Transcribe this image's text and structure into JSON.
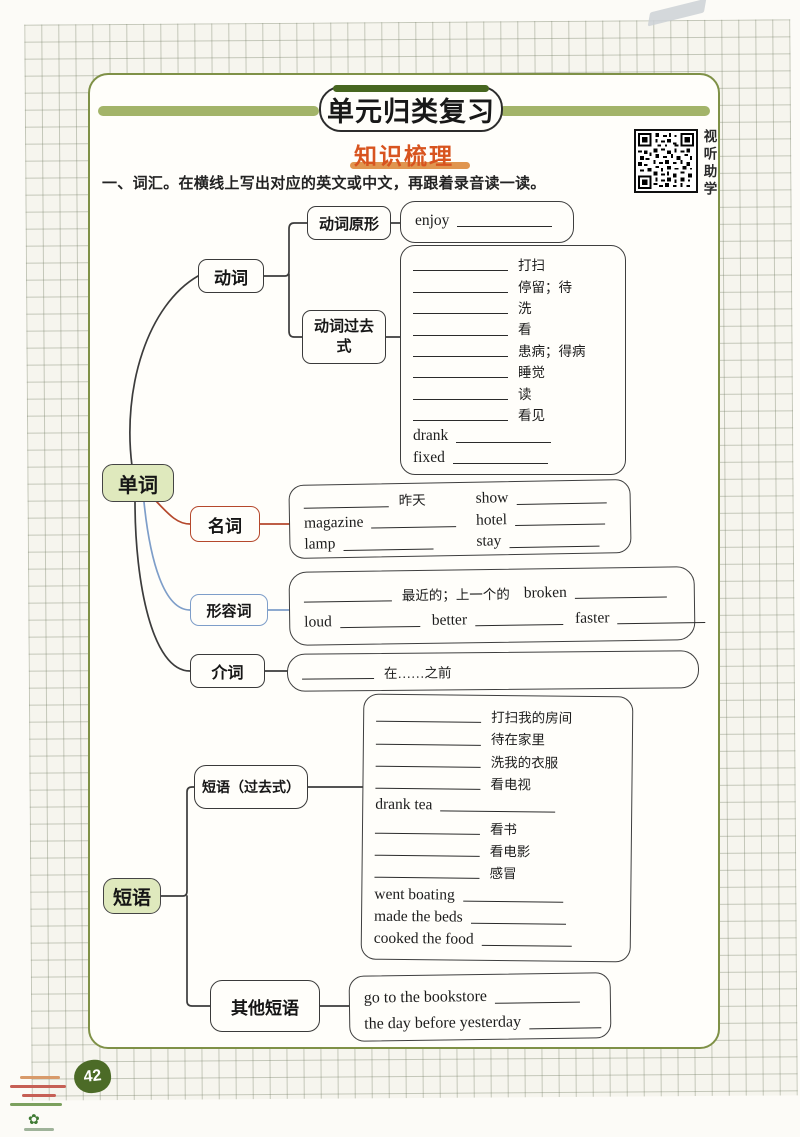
{
  "page": {
    "title": "单元归类复习",
    "section_heading": "知识梳理",
    "instruction": "一、词汇。在横线上写出对应的英文或中文，再跟着录音读一读。",
    "qr_label": "视听助学",
    "page_number": "42"
  },
  "colors": {
    "panel_border": "#7f9147",
    "banner_green": "#a3b469",
    "pill_accent_green": "#47661f",
    "heading_orange": "#d8541f",
    "heading_underline": "#e0954f",
    "node_green_fill": "#dfe9bd",
    "noun_accent_red": "#b5482c",
    "adjective_accent_blue": "#7e9ec9",
    "connector_dark": "#3c3c3c",
    "page_badge_green": "#4c6b27"
  },
  "map": {
    "root_words": {
      "label": "单词"
    },
    "root_phrases": {
      "label": "短语"
    },
    "verb": {
      "label": "动词"
    },
    "verb_base": {
      "label": "动词原形",
      "items": [
        {
          "en": "enjoy"
        }
      ]
    },
    "verb_past": {
      "label": "动词过去式",
      "items": [
        {
          "zh": "打扫"
        },
        {
          "zh": "停留；待"
        },
        {
          "zh": "洗"
        },
        {
          "zh": "看"
        },
        {
          "zh": "患病；得病"
        },
        {
          "zh": "睡觉"
        },
        {
          "zh": "读"
        },
        {
          "zh": "看见"
        },
        {
          "en": "drank"
        },
        {
          "en": "fixed"
        }
      ]
    },
    "noun": {
      "label": "名词",
      "left": [
        {
          "zh": "昨天"
        },
        {
          "en": "magazine"
        },
        {
          "en": "lamp"
        }
      ],
      "right": [
        {
          "en": "show"
        },
        {
          "en": "hotel"
        },
        {
          "en": "stay"
        }
      ]
    },
    "adjective": {
      "label": "形容词",
      "row1_zh": "最近的；上一个的",
      "row1_en": "broken",
      "row2": [
        {
          "en": "loud"
        },
        {
          "en": "better"
        },
        {
          "en": "faster"
        }
      ]
    },
    "preposition": {
      "label": "介词",
      "zh": "在……之前"
    },
    "phrase_past": {
      "label": "短语（过去式）",
      "items": [
        {
          "zh": "打扫我的房间"
        },
        {
          "zh": "待在家里"
        },
        {
          "zh": "洗我的衣服"
        },
        {
          "zh": "看电视"
        },
        {
          "en": "drank tea"
        },
        {
          "zh": "看书"
        },
        {
          "zh": "看电影"
        },
        {
          "zh": "感冒"
        },
        {
          "en": "went boating"
        },
        {
          "en": "made the beds"
        },
        {
          "en": "cooked the food"
        }
      ]
    },
    "phrase_other": {
      "label": "其他短语",
      "items": [
        {
          "en": "go to the bookstore"
        },
        {
          "en": "the day before yesterday"
        }
      ]
    }
  }
}
